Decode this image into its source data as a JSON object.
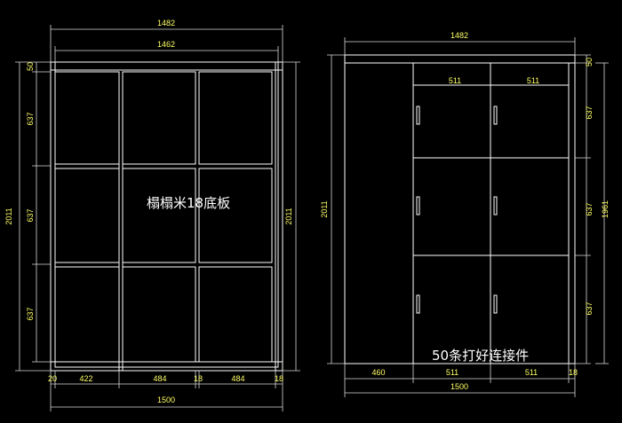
{
  "colors": {
    "background": "#000000",
    "lines": "#ffffff",
    "dimension_text": "#ffff66",
    "note_text": "#ffffff"
  },
  "left_view": {
    "top_dim_outer": "1482",
    "top_dim_inner": "1462",
    "left_dims": [
      "50",
      "637",
      "637",
      "637"
    ],
    "height_left": "2011",
    "height_right": "2011",
    "bottom_dims": [
      "20",
      "422",
      "484",
      "18",
      "484",
      "18"
    ],
    "bottom_total": "1500",
    "note": "榻榻米18底板"
  },
  "right_view": {
    "top_dim": "1482",
    "door_widths": [
      "511",
      "511"
    ],
    "height_left": "2011",
    "right_dims": [
      "50",
      "637",
      "637",
      "637"
    ],
    "height_right": "1961",
    "bottom_dims": [
      "460",
      "511",
      "511",
      "18"
    ],
    "bottom_total": "1500",
    "note": "50条打好连接件"
  }
}
